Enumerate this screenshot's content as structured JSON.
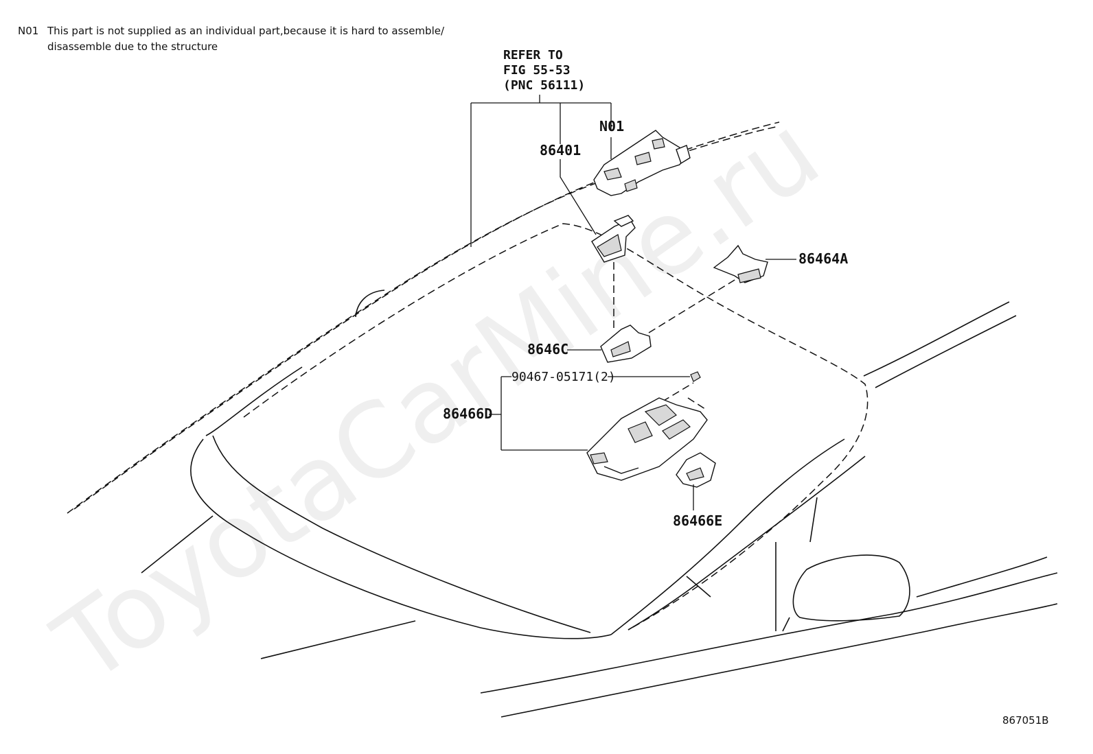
{
  "note": {
    "code": "N01",
    "line1": "This part is not supplied as an individual part,because it is hard to assemble/",
    "line2": "disassemble due to the structure"
  },
  "refer": {
    "line1": "REFER TO",
    "line2": "FIG 55-53",
    "line3": "(PNC 56111)"
  },
  "labels": {
    "n01": "N01",
    "p86401": "86401",
    "p86464A": "86464A",
    "p8646C": "8646C",
    "p90467": "90467-05171(2)",
    "p86466D": "86466D",
    "p86466E": "86466E"
  },
  "figure_number": "867051B",
  "watermark": "ToyotaCarMine.ru"
}
